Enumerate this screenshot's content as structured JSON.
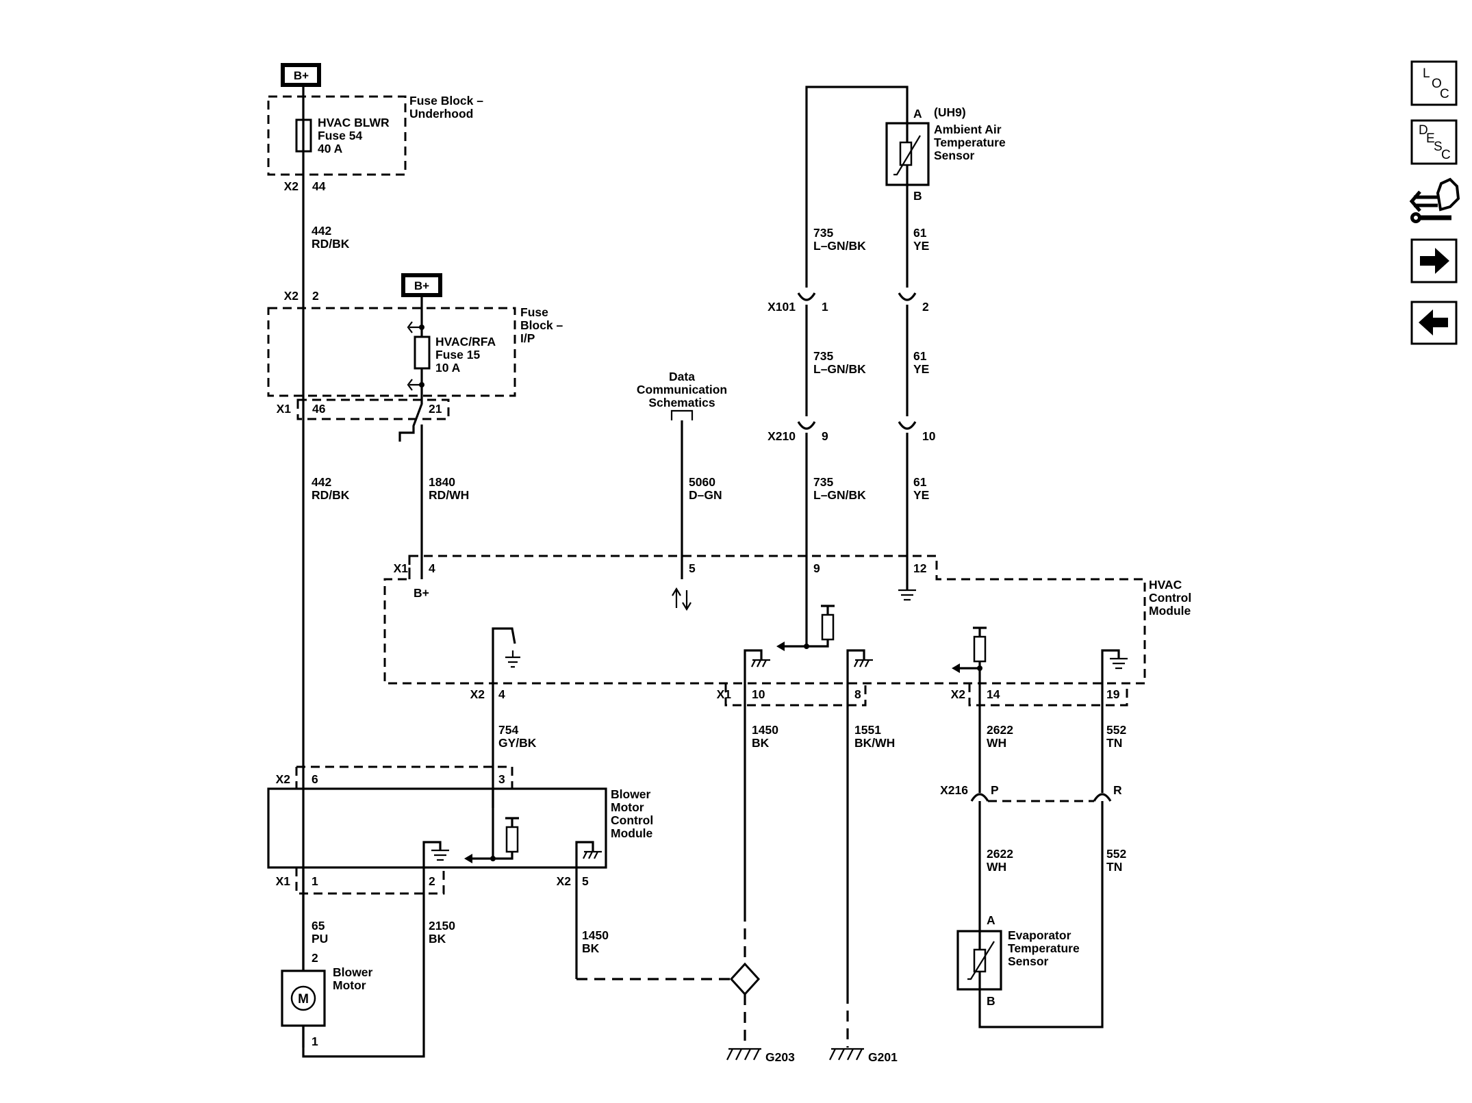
{
  "nav": {
    "loc": [
      "L",
      "O",
      "C"
    ],
    "desc": [
      "D",
      "E",
      "S",
      "C"
    ]
  },
  "power": {
    "bplus": "B+"
  },
  "fuse_block_underhood": {
    "title": [
      "Fuse Block –",
      "Underhood"
    ],
    "fuse": [
      "HVAC BLWR",
      "Fuse 54",
      "40 A"
    ],
    "conn": "X2",
    "pin_out": "44",
    "pin_in": "2"
  },
  "fuse_block_ip": {
    "title": [
      "Fuse",
      "Block –",
      "I/P"
    ],
    "fuse": [
      "HVAC/RFA",
      "Fuse 15",
      "10 A"
    ],
    "conn": "X1",
    "pin_a": "46",
    "pin_b": "21"
  },
  "wires": {
    "w442a": [
      "442",
      "RD/BK"
    ],
    "w442b": [
      "442",
      "RD/BK"
    ],
    "w1840": [
      "1840",
      "RD/WH"
    ],
    "w5060": [
      "5060",
      "D–GN"
    ],
    "w735a": [
      "735",
      "L–GN/BK"
    ],
    "w735b": [
      "735",
      "L–GN/BK"
    ],
    "w735c": [
      "735",
      "L–GN/BK"
    ],
    "w61a": [
      "61",
      "YE"
    ],
    "w61b": [
      "61",
      "YE"
    ],
    "w61c": [
      "61",
      "YE"
    ],
    "w754": [
      "754",
      "GY/BK"
    ],
    "w1450a": [
      "1450",
      "BK"
    ],
    "w1551": [
      "1551",
      "BK/WH"
    ],
    "w2622a": [
      "2622",
      "WH"
    ],
    "w552a": [
      "552",
      "TN"
    ],
    "w2622b": [
      "2622",
      "WH"
    ],
    "w552b": [
      "552",
      "TN"
    ],
    "w65": [
      "65",
      "PU"
    ],
    "w2150": [
      "2150",
      "BK"
    ],
    "w1450b": [
      "1450",
      "BK"
    ]
  },
  "data_comm": [
    "Data",
    "Communication",
    "Schematics"
  ],
  "ambient_sensor": {
    "option": "(UH9)",
    "name": [
      "Ambient Air",
      "Temperature",
      "Sensor"
    ],
    "pin_a": "A",
    "pin_b": "B"
  },
  "inline_connectors": {
    "x101": {
      "name": "X101",
      "pin1": "1",
      "pin2": "2"
    },
    "x210": {
      "name": "X210",
      "pin1": "9",
      "pin2": "10"
    },
    "x216": {
      "name": "X216",
      "pin1": "P",
      "pin2": "R"
    }
  },
  "hvac_module": {
    "name": [
      "HVAC",
      "Control",
      "Module"
    ],
    "x1_top": {
      "conn": "X1",
      "pins": [
        "4",
        "5",
        "9",
        "12"
      ]
    },
    "bplus_label": "B+",
    "x2_left": {
      "conn": "X2",
      "pin": "4"
    },
    "x1_bottom": {
      "conn": "X1",
      "pins": [
        "10",
        "8"
      ]
    },
    "x2_right": {
      "conn": "X2",
      "pins": [
        "14",
        "19"
      ]
    }
  },
  "blower_module": {
    "name": [
      "Blower",
      "Motor",
      "Control",
      "Module"
    ],
    "x2_top": {
      "conn": "X2",
      "pins": [
        "6",
        "3"
      ]
    },
    "x1_bottom": {
      "conn": "X1",
      "pins": [
        "1",
        "2"
      ]
    },
    "x2_bottom": {
      "conn": "X2",
      "pin": "5"
    }
  },
  "blower_motor": {
    "name": [
      "Blower",
      "Motor"
    ],
    "symbol": "M",
    "pin_top": "2",
    "pin_bottom": "1"
  },
  "evap_sensor": {
    "name": [
      "Evaporator",
      "Temperature",
      "Sensor"
    ],
    "pin_a": "A",
    "pin_b": "B"
  },
  "grounds": {
    "g203": "G203",
    "g201": "G201"
  }
}
